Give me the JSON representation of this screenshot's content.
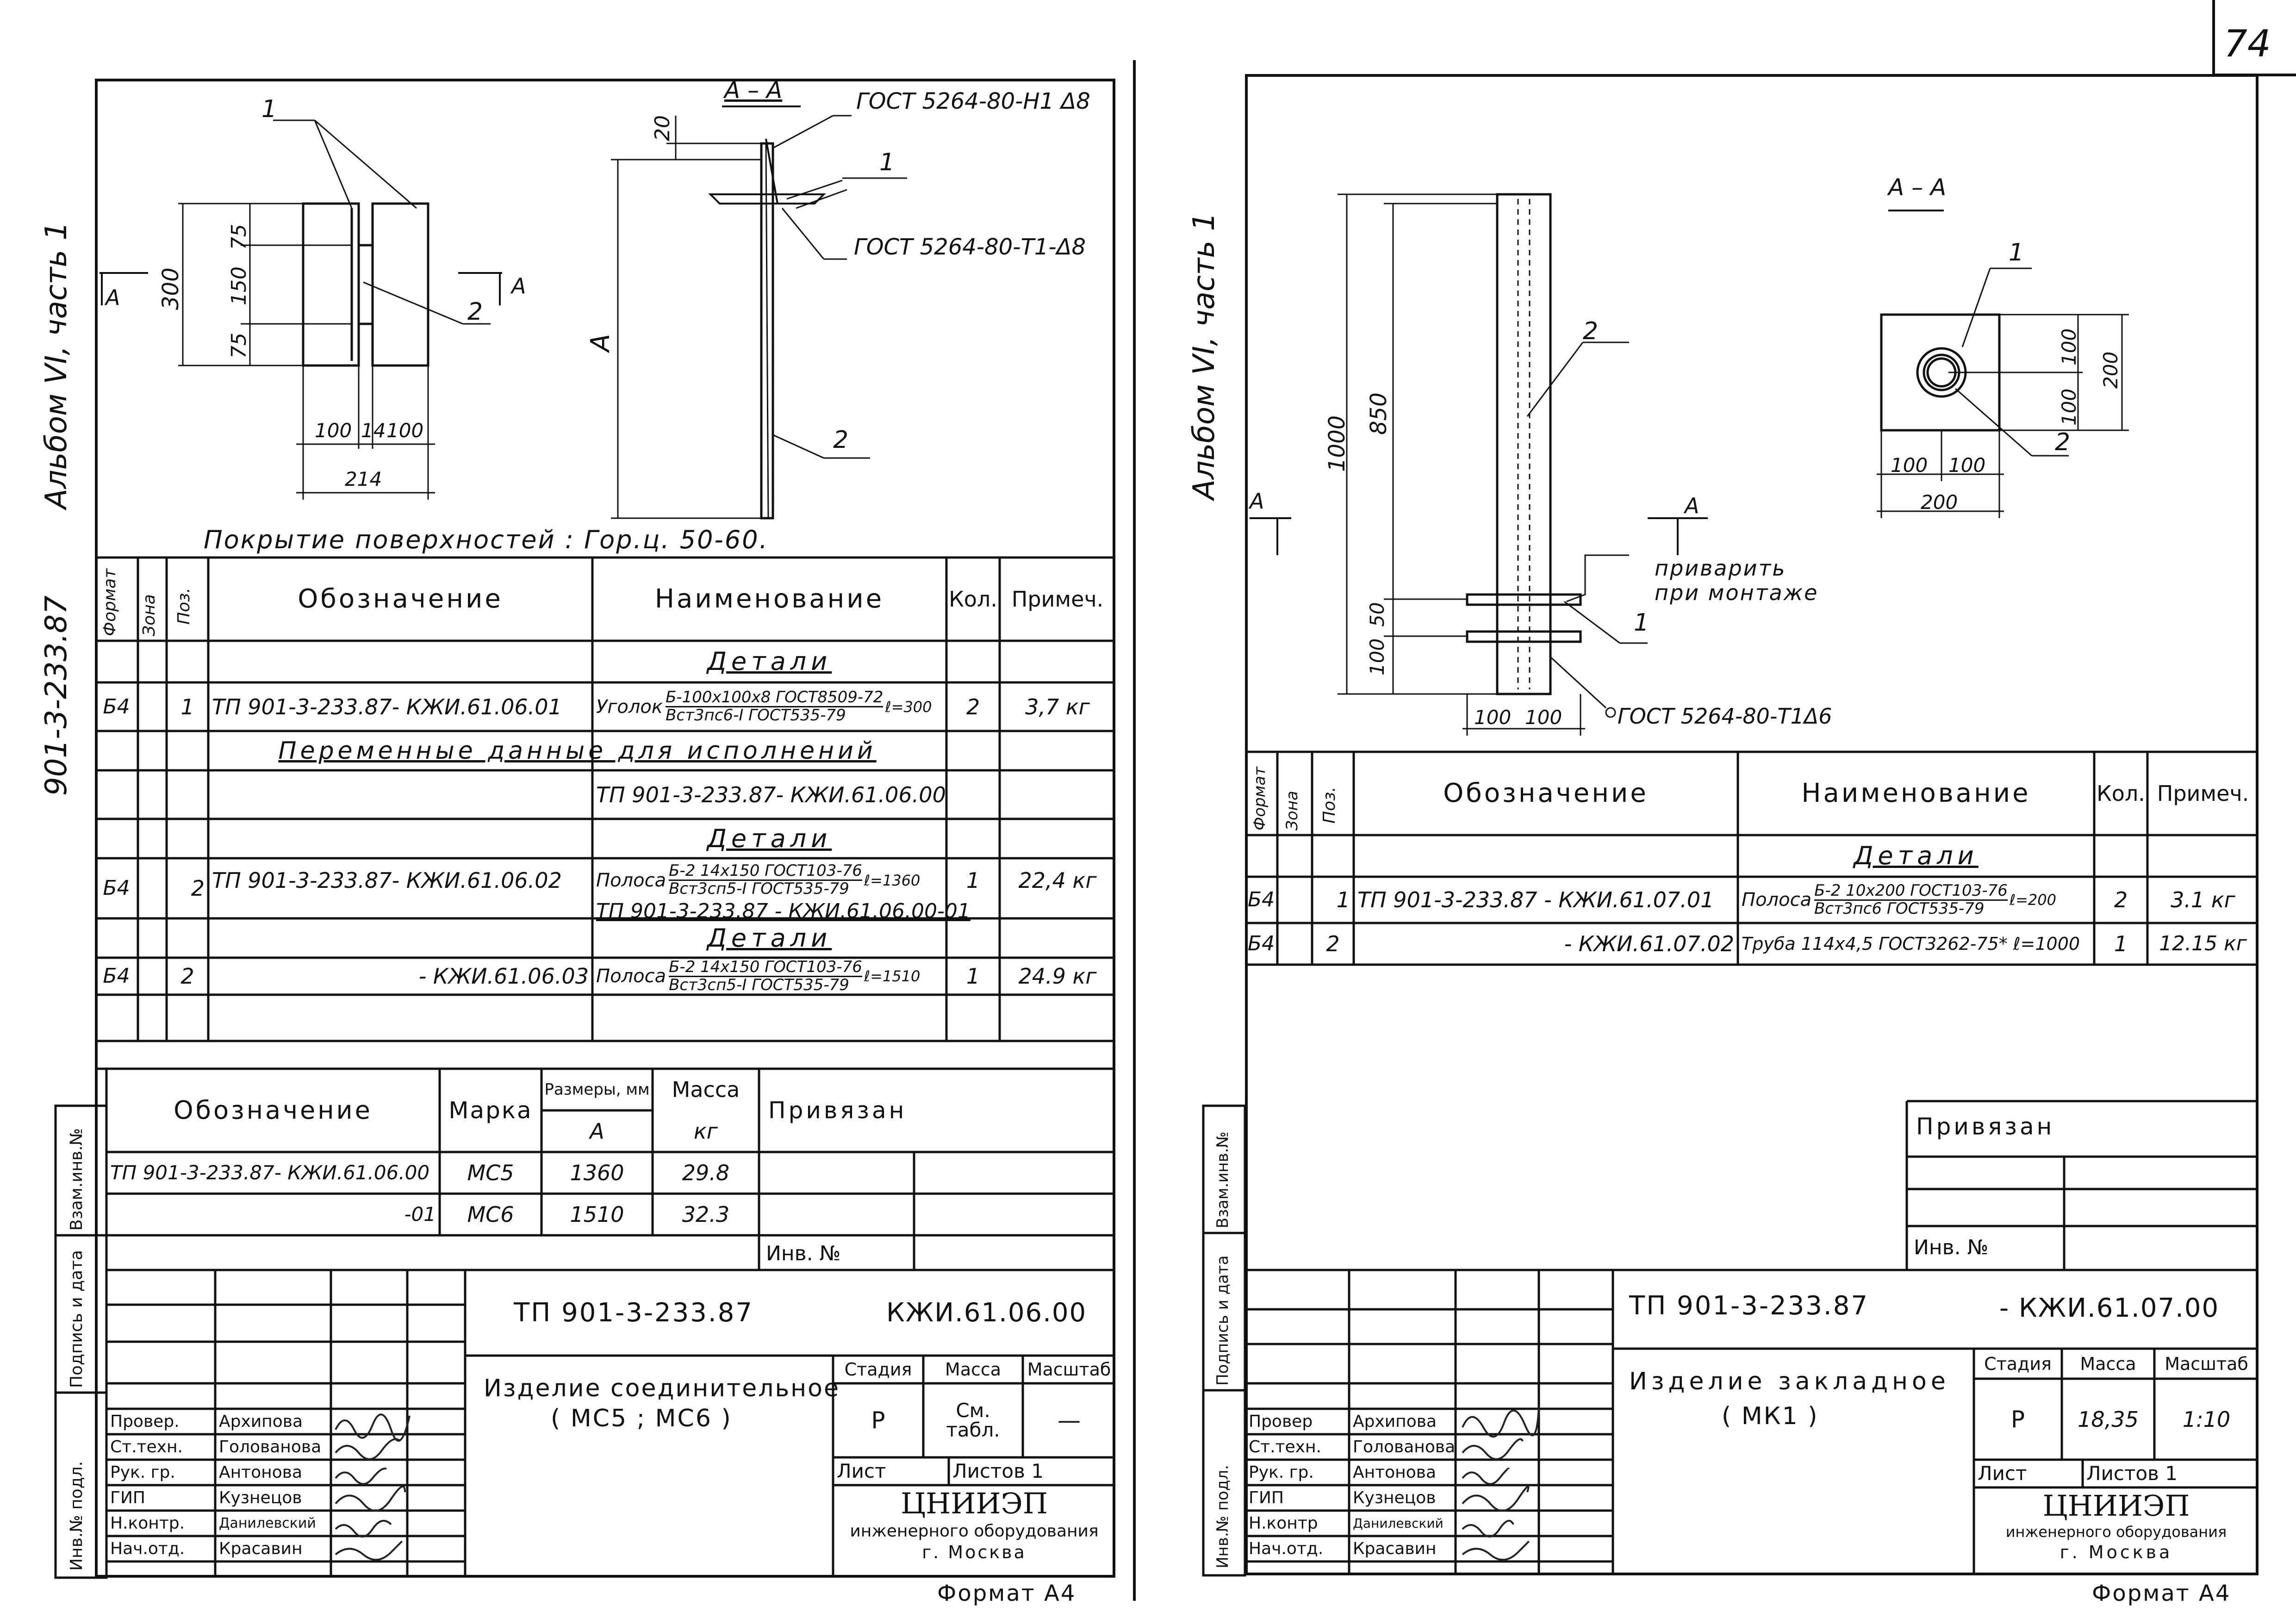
{
  "page_number": "74",
  "left": {
    "side_label_album": "Альбом VI, часть 1",
    "side_label_code": "901-3-233.87",
    "section_mark": "А",
    "detail": {
      "callout_1": "1",
      "callout_2": "2",
      "dim_300": "300",
      "dim_75a": "75",
      "dim_150": "150",
      "dim_75b": "75",
      "dim_100a": "100",
      "dim_14": "14",
      "dim_100b": "100",
      "dim_214": "214",
      "section_title": "А – А",
      "dim_20": "20",
      "dim_A": "А",
      "gost_top": "ГОСТ 5264-80-Н1 Δ8",
      "gost_mid": "ГОСТ 5264-80-Т1-Δ8",
      "sec_callout_1": "1",
      "sec_callout_2": "2"
    },
    "coating_note": "Покрытие поверхностей : Гор.ц. 50-60.",
    "spec": {
      "hdr_format": "Формат",
      "hdr_zone": "Зона",
      "hdr_pos": "Поз.",
      "hdr_designation": "Обозначение",
      "hdr_name": "Наименование",
      "hdr_qty": "Кол.",
      "hdr_note": "Примеч.",
      "sec_details_1": "Детали",
      "r1_format": "Б4",
      "r1_pos": "1",
      "r1_designation": "ТП 901-3-233.87- КЖИ.61.06.01",
      "r1_name": "Уголок",
      "r1_frac_top": "Б-100х100х8 ГОСТ8509-72",
      "r1_frac_bottom": "Вст3пс6-I ГОСТ535-79",
      "r1_len": "ℓ=300",
      "r1_qty": "2",
      "r1_note": "3,7 кг",
      "variable_data": "Переменные данные для исполнений",
      "var_1": "ТП 901-3-233.87- КЖИ.61.06.00",
      "sec_details_2": "Детали",
      "r2_format": "Б4",
      "r2_pos": "2",
      "r2_designation": "ТП 901-3-233.87- КЖИ.61.06.02",
      "r2_name": "Полоса",
      "r2_frac_top": "Б-2 14х150 ГОСТ103-76",
      "r2_frac_bottom": "Вст3сп5-I ГОСТ535-79",
      "r2_len": "ℓ=1360",
      "r2_qty": "1",
      "r2_note": "22,4 кг",
      "var_2": "ТП 901-3-233.87 - КЖИ.61.06.00-01",
      "sec_details_3": "Детали",
      "r3_format": "Б4",
      "r3_pos": "2",
      "r3_designation": "- КЖИ.61.06.03",
      "r3_name": "Полоса",
      "r3_frac_top": "Б-2 14х150 ГОСТ103-76",
      "r3_frac_bottom": "Вст3сп5-I ГОСТ535-79",
      "r3_len": "ℓ=1510",
      "r3_qty": "1",
      "r3_note": "24.9 кг"
    },
    "variants": {
      "hdr_designation": "Обозначение",
      "hdr_mark": "Марка",
      "hdr_size": "Размеры, мм",
      "hdr_size_A": "А",
      "hdr_mass": "Масса",
      "hdr_mass_unit": "кг",
      "v1_designation": "ТП 901-3-233.87- КЖИ.61.06.00",
      "v1_mark": "МС5",
      "v1_A": "1360",
      "v1_mass": "29.8",
      "v2_designation": "-01",
      "v2_mark": "МС6",
      "v2_A": "1510",
      "v2_mass": "32.3"
    },
    "privyazan": "Привязан",
    "inv_no": "Инв. №",
    "side_vzam": "Взам.инв.№",
    "side_podpis": "Подпись и дата",
    "side_inv": "Инв.№ подл.",
    "title_block": {
      "code": "ТП 901-3-233.87",
      "doc": "КЖИ.61.06.00",
      "name_line1": "Изделие соединительное",
      "name_line2": "( МС5 ; МС6 )",
      "stage_hdr": "Стадия",
      "mass_hdr": "Масса",
      "scale_hdr": "Масштаб",
      "stage": "Р",
      "mass": "См. табл.",
      "scale": "—",
      "sheet": "Лист",
      "sheets": "Листов 1",
      "org1": "ЦНИИЭП",
      "org2": "инженерного оборудования",
      "org3": "г. Москва",
      "roles": [
        "Провер.",
        "Ст.техн.",
        "Рук. гр.",
        "ГИП",
        "Н.контр.",
        "Нач.отд."
      ],
      "names": [
        "Архипова",
        "Голованова",
        "Антонова",
        "Кузнецов",
        "Данилевский",
        "Красавин"
      ]
    },
    "format": "Формат А4"
  },
  "right": {
    "side_label_album": "Альбом VI, часть 1",
    "detail": {
      "dim_1000": "1000",
      "dim_850": "850",
      "dim_100": "100",
      "dim_50": "50",
      "dim_100b": "100",
      "dim_100c": "100",
      "callout_2": "2",
      "callout_1": "1",
      "section_mark_left": "А",
      "section_mark_right": "А",
      "weld_note_1": "приварить",
      "weld_note_2": "при монтаже",
      "gost_bottom": "ГОСТ 5264-80-Т1Δ6",
      "section_title": "А – А",
      "sec_callout_1": "1",
      "sec_callout_2": "2",
      "sec_dim_100a": "100",
      "sec_dim_100b": "100",
      "sec_dim_200v": "200",
      "sec_dim_100c": "100",
      "sec_dim_100d": "100",
      "sec_dim_200h": "200"
    },
    "spec": {
      "hdr_format": "Формат",
      "hdr_zone": "Зона",
      "hdr_pos": "Поз.",
      "hdr_designation": "Обозначение",
      "hdr_name": "Наименование",
      "hdr_qty": "Кол.",
      "hdr_note": "Примеч.",
      "sec_details": "Детали",
      "r1_format": "Б4",
      "r1_pos": "1",
      "r1_designation": "ТП 901-3-233.87 - КЖИ.61.07.01",
      "r1_name": "Полоса",
      "r1_frac_top": "Б-2 10х200 ГОСТ103-76",
      "r1_frac_bottom": "Вст3пс6 ГОСТ535-79",
      "r1_len": "ℓ=200",
      "r1_qty": "2",
      "r1_note": "3.1 кг",
      "r2_format": "Б4",
      "r2_pos": "2",
      "r2_designation": "- КЖИ.61.07.02",
      "r2_name": "Труба 114х4,5 ГОСТ3262-75* ℓ=1000",
      "r2_qty": "1",
      "r2_note": "12.15 кг"
    },
    "privyazan": "Привязан",
    "inv_no": "Инв. №",
    "side_vzam": "Взам.инв.№",
    "side_podpis": "Подпись и дата",
    "side_inv": "Инв.№ подл.",
    "title_block": {
      "code": "ТП 901-3-233.87",
      "doc": "- КЖИ.61.07.00",
      "name_line1": "Изделие закладное",
      "name_line2": "( МК1 )",
      "stage_hdr": "Стадия",
      "mass_hdr": "Масса",
      "scale_hdr": "Масштаб",
      "stage": "Р",
      "mass": "18,35",
      "scale": "1:10",
      "sheet": "Лист",
      "sheets": "Листов 1",
      "org1": "ЦНИИЭП",
      "org2": "инженерного оборудования",
      "org3": "г. Москва",
      "roles": [
        "Провер",
        "Ст.техн.",
        "Рук. гр.",
        "ГИП",
        "Н.контр",
        "Нач.отд."
      ],
      "names": [
        "Архипова",
        "Голованова",
        "Антонова",
        "Кузнецов",
        "Данилевский",
        "Красавин"
      ]
    },
    "format": "Формат А4"
  }
}
